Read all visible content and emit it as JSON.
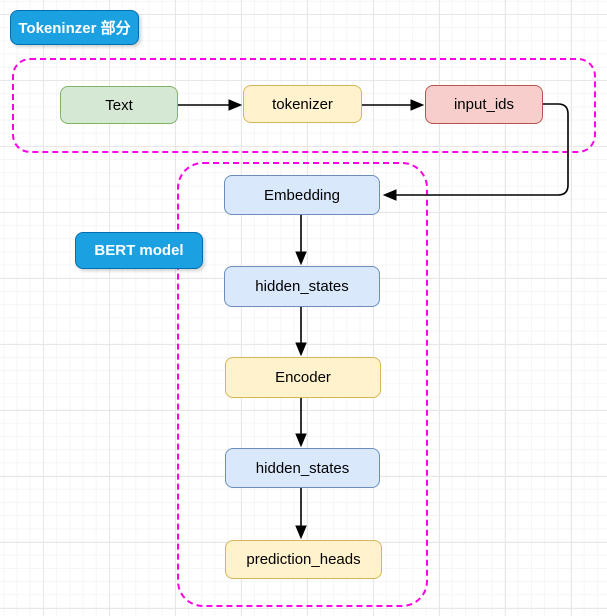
{
  "diagram": {
    "sections": [
      {
        "id": "tokenizer-section",
        "badge": "Tokeninzer 部分"
      },
      {
        "id": "bert-section",
        "badge": "BERT model"
      }
    ],
    "nodes": [
      {
        "id": "text",
        "label": "Text",
        "palette": "green"
      },
      {
        "id": "tokenizer",
        "label": "tokenizer",
        "palette": "yellow"
      },
      {
        "id": "input-ids",
        "label": "input_ids",
        "palette": "red"
      },
      {
        "id": "embedding",
        "label": "Embedding",
        "palette": "blue"
      },
      {
        "id": "hidden-states-1",
        "label": "hidden_states",
        "palette": "blue"
      },
      {
        "id": "encoder",
        "label": "Encoder",
        "palette": "yellow"
      },
      {
        "id": "hidden-states-2",
        "label": "hidden_states",
        "palette": "blue"
      },
      {
        "id": "prediction-heads",
        "label": "prediction_heads",
        "palette": "yellow"
      }
    ],
    "edges": [
      {
        "from": "text",
        "to": "tokenizer"
      },
      {
        "from": "tokenizer",
        "to": "input-ids"
      },
      {
        "from": "input-ids",
        "to": "embedding"
      },
      {
        "from": "embedding",
        "to": "hidden-states-1"
      },
      {
        "from": "hidden-states-1",
        "to": "encoder"
      },
      {
        "from": "encoder",
        "to": "hidden-states-2"
      },
      {
        "from": "hidden-states-2",
        "to": "prediction-heads"
      }
    ]
  },
  "theme": {
    "badge_fill": "#1ba1e2",
    "badge_stroke": "#006eaf",
    "badge_text_color": "#ffffff",
    "region_dash_color": "#ff00e6",
    "arrow_color": "#000000",
    "canvas_background": "#ffffff",
    "palettes": {
      "green": {
        "fill": "#d5e8d4",
        "stroke": "#82b366"
      },
      "yellow": {
        "fill": "#fff2cc",
        "stroke": "#d6b656"
      },
      "red": {
        "fill": "#f8cecc",
        "stroke": "#b85450"
      },
      "blue": {
        "fill": "#dae8fc",
        "stroke": "#6c8ebf"
      }
    }
  }
}
